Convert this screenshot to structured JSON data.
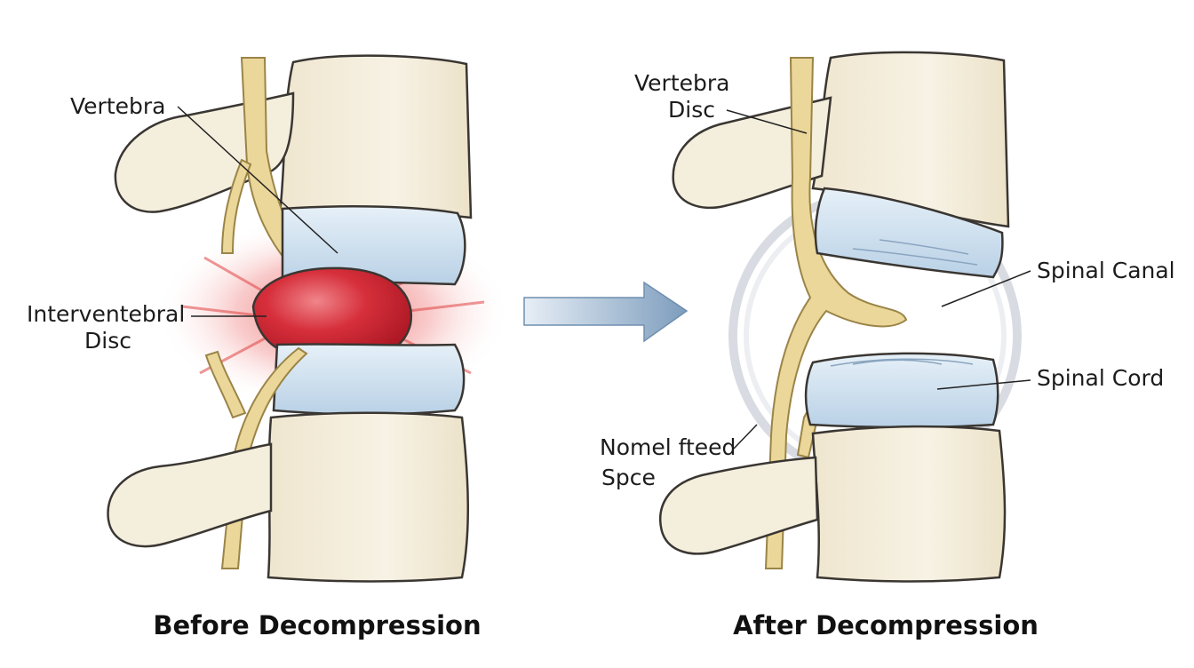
{
  "panels": {
    "before": {
      "caption": "Before Decompression",
      "labels": {
        "vertebra": "Vertebra",
        "interverterbral_line1": "Interventebral",
        "interverterbral_line2": "Disc"
      }
    },
    "after": {
      "caption": "After Decompression",
      "labels": {
        "vertebra": "Vertebra",
        "disc": "Disc",
        "spinal_canal": "Spinal Canal",
        "spinal_cord": "Spinal Cord",
        "freed_space_line1": "Nomel fteed",
        "freed_space_line2": "Spce"
      }
    }
  },
  "colors": {
    "bone": "#f3ecd9",
    "bone_outline": "#3a3632",
    "disc": "#cfe1ef",
    "nerve": "#ecd79a",
    "herniation": "#c8202e",
    "arrow": "#8aa8c4"
  },
  "icons": {
    "transition": "right-arrow-icon"
  }
}
